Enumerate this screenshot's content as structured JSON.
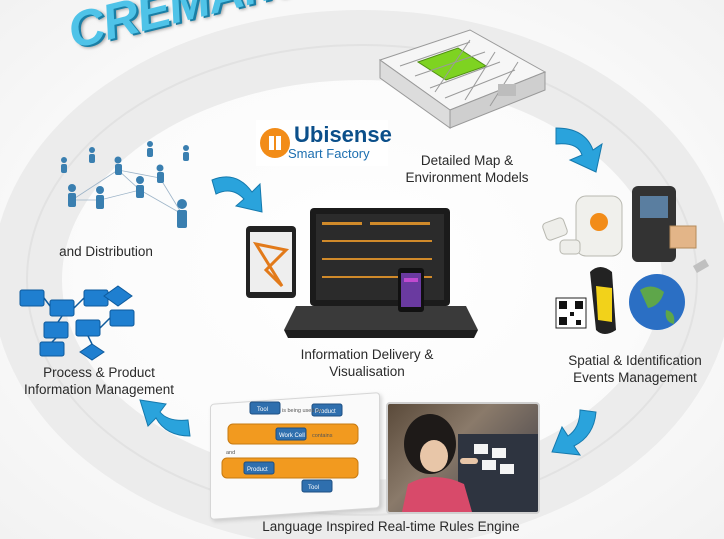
{
  "title": "CREMAnufacture",
  "logo": {
    "name": "Ubisense",
    "subtitle": "Smart Factory"
  },
  "stages": [
    {
      "id": "map",
      "label_lines": [
        "Detailed Map &",
        "Environment Models"
      ]
    },
    {
      "id": "spatial",
      "label_lines": [
        "Spatial & Identification",
        "Events Management"
      ]
    },
    {
      "id": "rules",
      "label_lines": [
        "Language Inspired Real-time Rules Engine"
      ]
    },
    {
      "id": "process",
      "label_lines": [
        "Process & Product",
        "Information Management"
      ]
    },
    {
      "id": "distribution",
      "label_lines": [
        "and Distribution"
      ]
    },
    {
      "id": "delivery",
      "label_lines": [
        "Information Delivery &",
        "Visualisation"
      ]
    }
  ],
  "rules_diagram": {
    "box_labels": [
      "Tool",
      "Product",
      "Work Cell",
      "Product",
      "Tool"
    ],
    "phrases": [
      "is being used on",
      "contains",
      "and"
    ]
  },
  "colors": {
    "title": "#4fc3e8",
    "title_shadow": "#1a7fa6",
    "arrow": "#2aa3dc",
    "ring": "#e6e6e6",
    "network": "#3a7fb0",
    "rule_box": "#f29a1f"
  }
}
